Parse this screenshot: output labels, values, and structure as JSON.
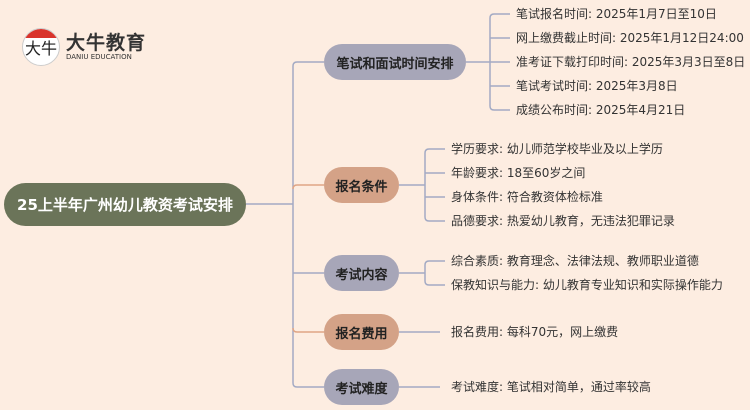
{
  "logo": {
    "mark": "大牛",
    "name": "大牛教育",
    "subtitle": "DANIU EDUCATION"
  },
  "root": "25上半年广州幼儿教资考试安排",
  "branches": [
    {
      "label": "笔试和面试时间安排",
      "color": "#a7a6b8",
      "items": [
        "笔试报名时间: 2025年1月7日至10日",
        "网上缴费截止时间: 2025年1月12日24:00",
        "准考证下载打印时间: 2025年3月3日至8日",
        "笔试考试时间: 2025年3月8日",
        "成绩公布时间: 2025年4月21日"
      ]
    },
    {
      "label": "报名条件",
      "color": "#d4a287",
      "items": [
        "学历要求: 幼儿师范学校毕业及以上学历",
        "年龄要求: 18至60岁之间",
        "身体条件: 符合教资体检标准",
        "品德要求: 热爱幼儿教育，无违法犯罪记录"
      ]
    },
    {
      "label": "考试内容",
      "color": "#a7a6b8",
      "items": [
        "综合素质: 教育理念、法律法规、教师职业道德",
        "保教知识与能力: 幼儿教育专业知识和实际操作能力"
      ]
    },
    {
      "label": "报名费用",
      "color": "#d4a287",
      "items": [
        "报名费用: 每科70元，网上缴费"
      ]
    },
    {
      "label": "考试难度",
      "color": "#a7a6b8",
      "items": [
        "考试难度: 笔试相对简单，通过率较高"
      ]
    }
  ],
  "line_color": "#a3aac4",
  "accent_line_color": "#e0a585"
}
